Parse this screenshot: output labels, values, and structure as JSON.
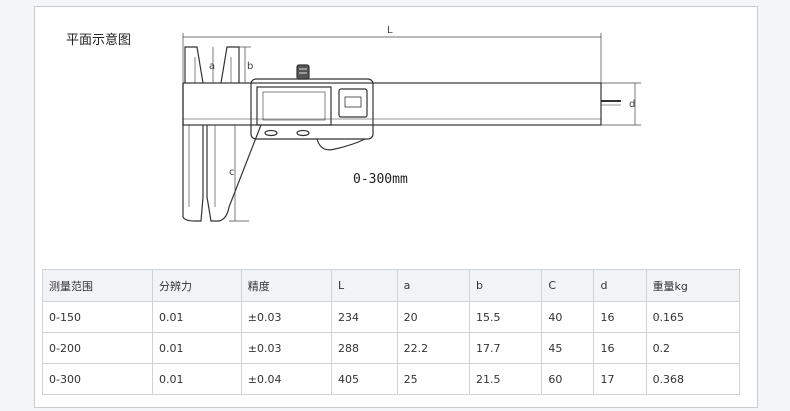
{
  "caption": "平面示意图",
  "drawing": {
    "range_label": "0-300mm",
    "dimension_labels": {
      "L": "L",
      "a": "a",
      "b": "b",
      "c": "c",
      "d": "d"
    }
  },
  "table": {
    "headers": [
      "测量范围",
      "分辨力",
      "精度",
      "L",
      "a",
      "b",
      "C",
      "d",
      "重量kg"
    ],
    "rows": [
      [
        "0-150",
        "0.01",
        "±0.03",
        "234",
        "20",
        "15.5",
        "40",
        "16",
        "0.165"
      ],
      [
        "0-200",
        "0.01",
        "±0.03",
        "288",
        "22.2",
        "17.7",
        "45",
        "16",
        "0.2"
      ],
      [
        "0-300",
        "0.01",
        "±0.04",
        "405",
        "25",
        "21.5",
        "60",
        "17",
        "0.368"
      ]
    ]
  }
}
